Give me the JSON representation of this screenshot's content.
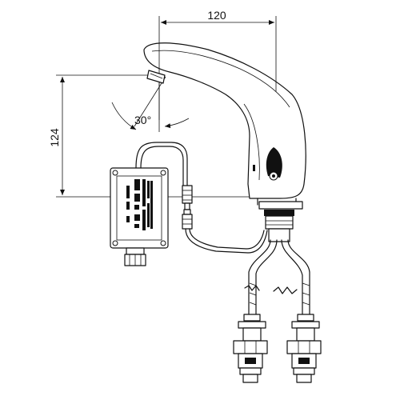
{
  "dimensions": {
    "spout_reach": "120",
    "height": "124",
    "spray_angle": "30°"
  }
}
